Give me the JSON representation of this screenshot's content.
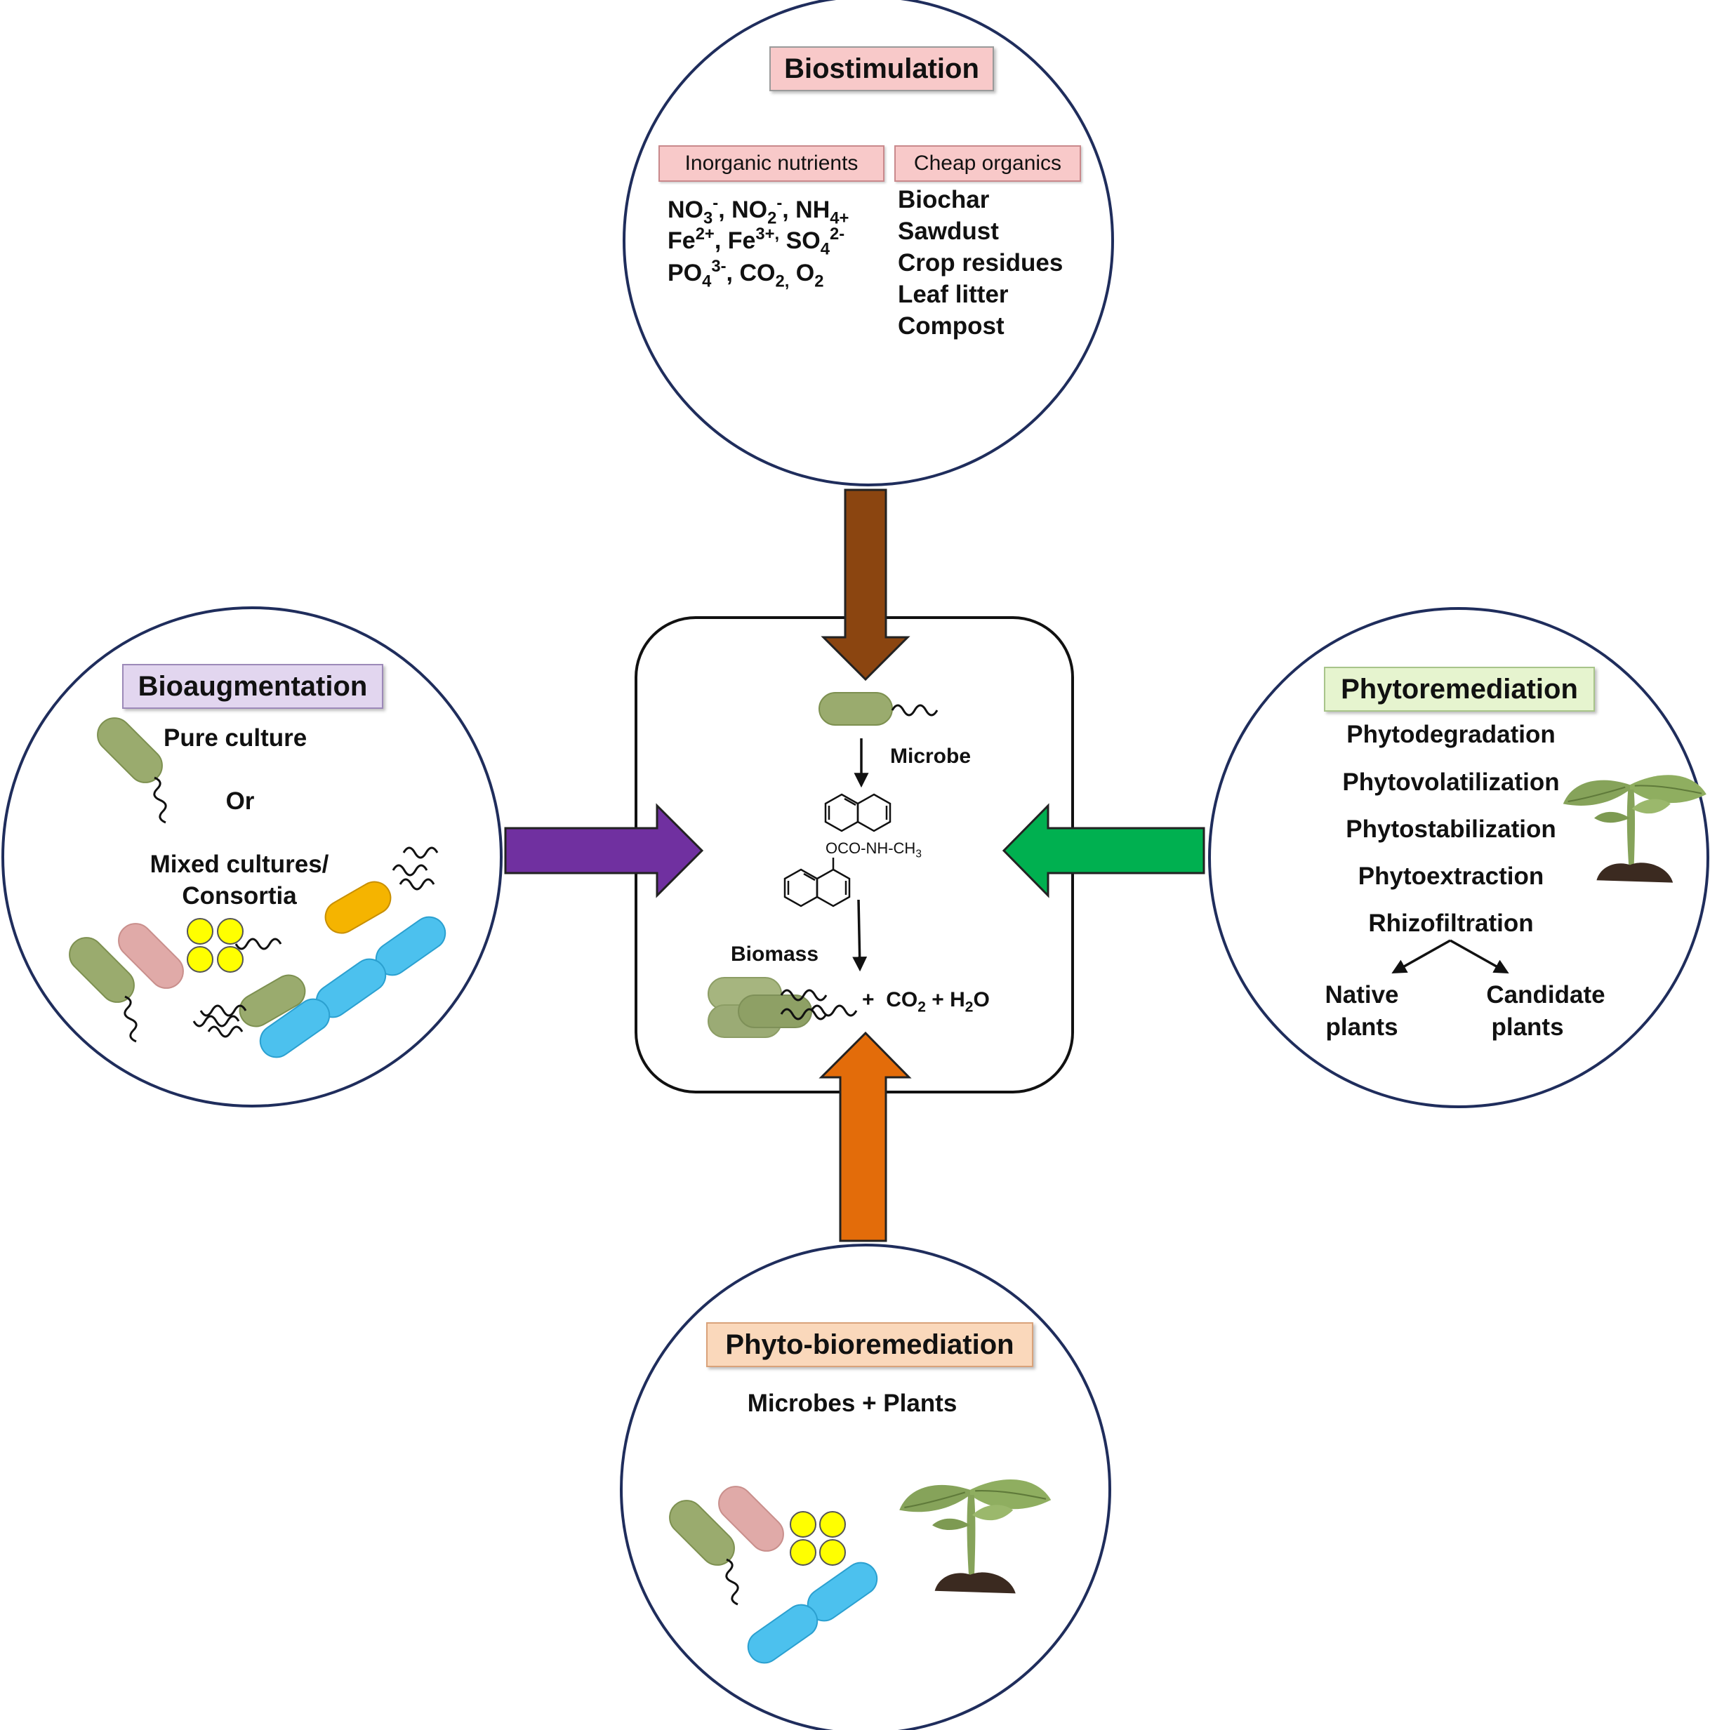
{
  "colors": {
    "circle_stroke": "#1f2d5c",
    "arrow_brown": "#8b4510",
    "arrow_purple": "#7030a0",
    "arrow_green": "#00b050",
    "arrow_orange": "#e36c0a",
    "microbe_green": "#9aab6e",
    "microbe_pink": "#e0aaa8",
    "microbe_blue": "#4cc1ee",
    "microbe_orange": "#f5b400",
    "coccus_yellow": "#ffff00",
    "biostimulation_bg": "#f8c9c9",
    "bioaugmentation_bg": "#e2d6ef",
    "phytoremediation_bg": "#e6f4cf",
    "phytobioremediation_bg": "#fad8bb",
    "plant_leaf": "#86a35a",
    "soil": "#3b2a20"
  },
  "biostimulation": {
    "title": "Biostimulation",
    "inorganic_header": "Inorganic nutrients",
    "organic_header": "Cheap organics",
    "inorganic_lines": [
      "NO3-, NO2-, NH4+",
      "Fe2+, Fe3+, SO42-",
      "PO43-, CO2, O2"
    ],
    "organics": [
      "Biochar",
      "Sawdust",
      "Crop residues",
      "Leaf litter",
      "Compost"
    ]
  },
  "bioaugmentation": {
    "title": "Bioaugmentation",
    "pure_culture": "Pure culture",
    "or": "Or",
    "mixed_line1": "Mixed cultures/",
    "mixed_line2": "Consortia"
  },
  "phytoremediation": {
    "title": "Phytoremediation",
    "items": [
      "Phytodegradation",
      "Phytovolatilization",
      "Phytostabilization",
      "Phytoextraction",
      "Rhizofiltration"
    ],
    "native_line1": "Native",
    "native_line2": "plants",
    "candidate_line1": "Candidate",
    "candidate_line2": "plants"
  },
  "phytobioremediation": {
    "title": "Phyto-bioremediation",
    "subtitle": "Microbes + Plants"
  },
  "center": {
    "microbe_label": "Microbe",
    "compound_formula": "OCO-NH-CH3",
    "biomass_label": "Biomass",
    "products": "+ CO2 + H2O"
  }
}
